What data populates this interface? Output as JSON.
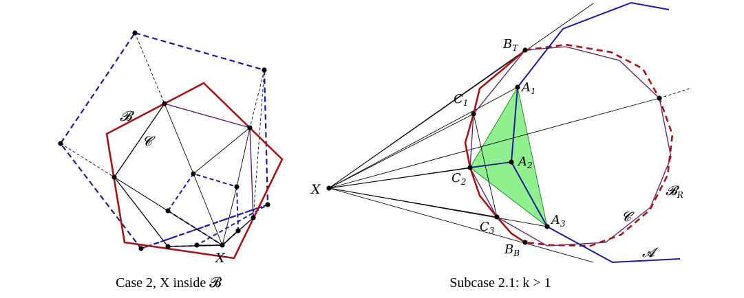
{
  "colors": {
    "boundary_B": "#a31515",
    "set_A": "#1a1a9a",
    "polygon_C": "#5c1a6e",
    "thin": "#000000",
    "fill_triangle": "#8ff08f"
  },
  "left": {
    "label_B": "𝓑",
    "label_C": "𝓒",
    "label_X": "X",
    "caption": "Case 2, X inside 𝓑"
  },
  "right": {
    "label_X": "X",
    "label_BT": "B",
    "label_BT_sub": "T",
    "label_BB": "B",
    "label_BB_sub": "B",
    "label_BR": "𝓑",
    "label_BR_sub": "R",
    "label_A1": "A",
    "label_A1_sub": "1",
    "label_A2": "A",
    "label_A2_sub": "2",
    "label_A3": "A",
    "label_A3_sub": "3",
    "label_C1": "C",
    "label_C1_sub": "1",
    "label_C2": "C",
    "label_C2_sub": "2",
    "label_C3": "C",
    "label_C3_sub": "3",
    "label_C": "𝓒",
    "label_A": "𝓐",
    "caption": "Subcase 2.1: k > 1"
  }
}
